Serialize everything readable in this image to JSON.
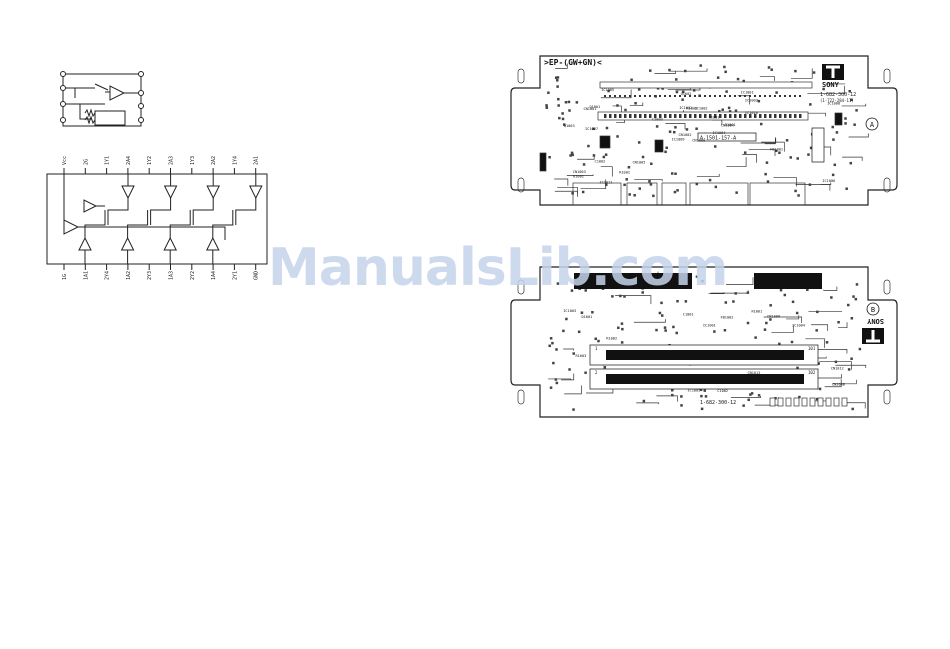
{
  "watermark": "ManualsLib.com",
  "ic_pins_top": [
    "Vcc",
    "2G",
    "1Y1",
    "2A4",
    "1Y2",
    "2A3",
    "1Y3",
    "2A2",
    "1Y4",
    "2A1"
  ],
  "ic_pins_bottom": [
    "1G",
    "1A1",
    "2Y4",
    "1A2",
    "2Y3",
    "1A3",
    "2Y2",
    "1A4",
    "2Y1",
    "GND"
  ],
  "board_a": {
    "title": ">EP-(GW+GN)<",
    "brand": "SONY",
    "part_no": "1-682-300-12",
    "part_sub": "(1-722-284-11)",
    "side_marker": "A",
    "ref_code": "A-1501-157-A",
    "labels": [
      "CN1000",
      "CN1001",
      "CN1002",
      "CN1003",
      "CN1004",
      "CN1005",
      "IC1001",
      "IC1002",
      "IC1003",
      "IC1004",
      "IC1005",
      "IC1006",
      "IC1007",
      "IC1008",
      "IC1009",
      "IC1010",
      "IC1011",
      "IC1012",
      "C1001",
      "C1002",
      "C1003",
      "R1001",
      "R1002",
      "R1003",
      "D1001",
      "FB1001",
      "Q1001",
      "Q1002",
      "Q1003"
    ]
  },
  "board_b": {
    "brand": "SONY",
    "side_marker": "B",
    "part_no": "1-682-300-12",
    "conn_labels": [
      "CN1008",
      "CN1009",
      "CN1012",
      "CN1013"
    ],
    "slot_pins": [
      "1",
      "2",
      "101",
      "102"
    ],
    "labels": [
      "IC1001",
      "IC1002",
      "IC1003",
      "IC1004",
      "IC1005",
      "C1001",
      "C1002",
      "R1001",
      "R1002",
      "R1003",
      "FB1001",
      "FB1002",
      "Q1001",
      "D1001"
    ]
  }
}
